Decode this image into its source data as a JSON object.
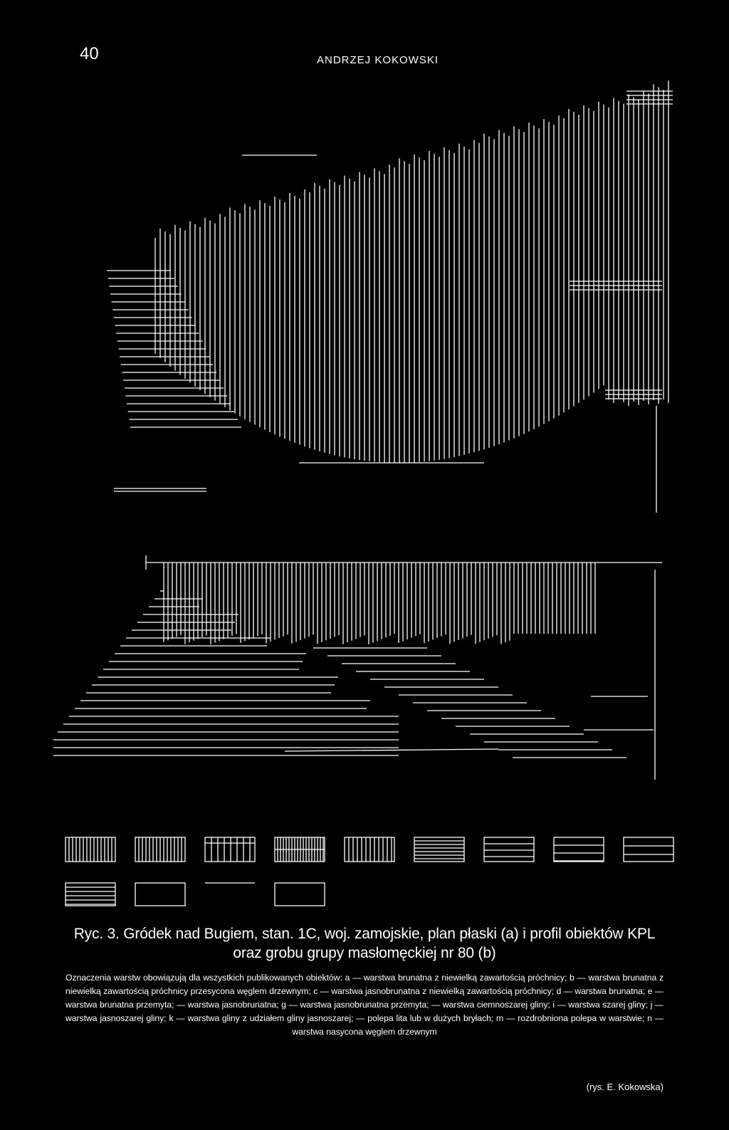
{
  "header": {
    "page_number": "40",
    "running_head": "ANDRZEJ KOKOWSKI"
  },
  "figure": {
    "description_hidden": "",
    "panels": [
      "plan",
      "profile"
    ]
  },
  "legend": {
    "swatch_count": 13
  },
  "caption": {
    "title": "Ryc. 3. Gródek nad Bugiem, stan. 1C, woj. zamojskie, plan płaski (a) i profil obiektów KPL oraz grobu grupy masłomęckiej nr 80 (b)",
    "body": "Oznaczenia warstw obowiązują dla wszystkich publikowanych obiektów: a — warstwa brunatna z niewielką zawartością próchnicy; b — warstwa brunatna z niewielką zawartością próchnicy przesycona węglem drzewnym; c — warstwa jasnobrunatna z niewielką zawartością próchnicy; d — warstwa brunatna; e — warstwa brunatna przemyta; — warstwa jasnobrunatna; g — warstwa jasnobrunatna przemyta; — warstwa ciemnoszarej gliny; i — warstwa szarej gliny; j — warstwa jasnoszarej gliny; k — warstwa gliny z udziałem gliny jasnoszarej; — polepa lita lub w dużych bryłach; m — rozdrobniona polepa w warstwie; n — warstwa nasycona węglem drzewnym",
    "credit": "(rys. E. Kokowska)"
  }
}
